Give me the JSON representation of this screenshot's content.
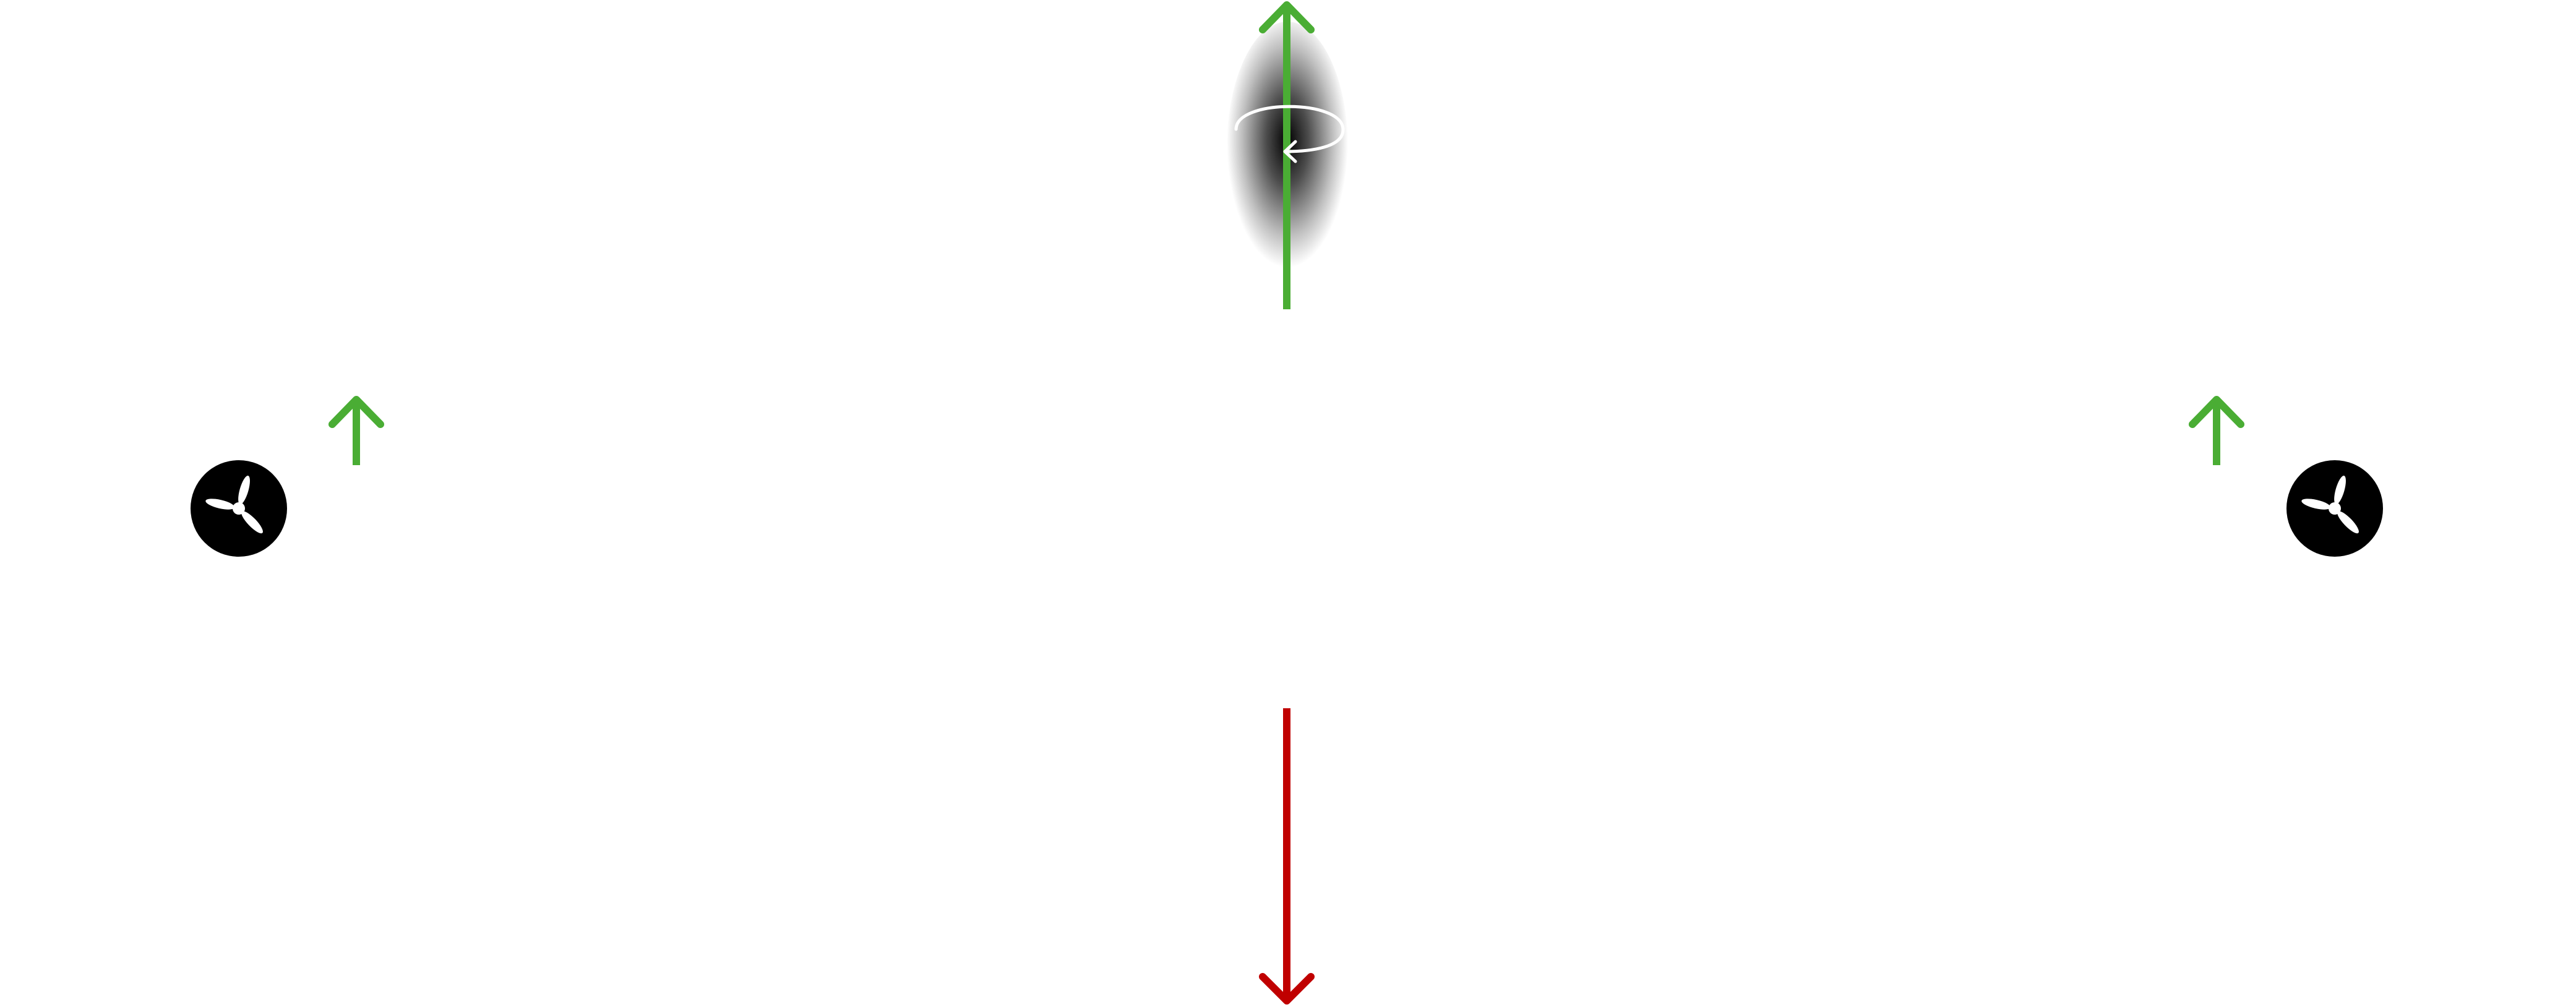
{
  "diagram": {
    "title": "",
    "colors": {
      "thrust_arrow": "#4aad34",
      "weight_arrow": "#c00000",
      "fan_body": "#000000",
      "fan_blade": "#ffffff",
      "torque_arrow": "#ffffff",
      "center_of_mass_glow": "#000000"
    },
    "elements": [
      {
        "id": "center-thrust-arrow",
        "icon": "arrow-up-icon",
        "direction": "up"
      },
      {
        "id": "rotation-indicator",
        "icon": "rotate-counterclockwise-icon"
      },
      {
        "id": "weight-arrow",
        "icon": "arrow-down-icon",
        "direction": "down"
      },
      {
        "id": "left-fan",
        "icon": "fan-icon"
      },
      {
        "id": "left-fan-thrust",
        "icon": "arrow-up-icon",
        "direction": "up"
      },
      {
        "id": "right-fan",
        "icon": "fan-icon"
      },
      {
        "id": "right-fan-thrust",
        "icon": "arrow-up-icon",
        "direction": "up"
      }
    ]
  }
}
